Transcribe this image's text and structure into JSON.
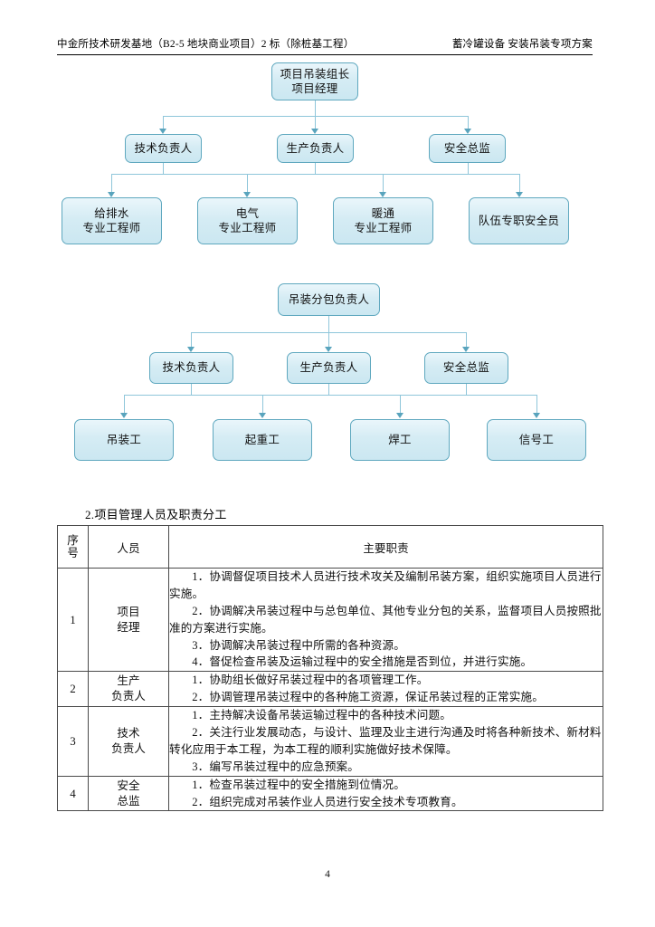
{
  "header": {
    "left": "中金所技术研发基地（B2-5 地块商业项目）2 标（除桩基工程）",
    "right": "蓄冷罐设备 安装吊装专项方案"
  },
  "theme": {
    "node_border": "#5fa8bf",
    "node_fill_top": "#eaf6fb",
    "node_fill_bottom": "#cbe7f1",
    "connector": "#8fc6da",
    "arrow": "#59a4bd",
    "table_border": "#4a4a4a"
  },
  "chart_top": {
    "root": {
      "line1": "项目吊装组长",
      "line2": "项目经理"
    },
    "level2": [
      {
        "label": "技术负责人"
      },
      {
        "label": "生产负责人"
      },
      {
        "label": "安全总监"
      }
    ],
    "level3": [
      {
        "line1": "给排水",
        "line2": "专业工程师"
      },
      {
        "line1": "电气",
        "line2": "专业工程师"
      },
      {
        "line1": "暖通",
        "line2": "专业工程师"
      },
      {
        "line1": "队伍专职安全员",
        "line2": ""
      }
    ]
  },
  "chart_bottom": {
    "root": {
      "line1": "吊装分包负责人",
      "line2": ""
    },
    "level2": [
      {
        "label": "技术负责人"
      },
      {
        "label": "生产负责人"
      },
      {
        "label": "安全总监"
      }
    ],
    "level3": [
      {
        "line1": "吊装工",
        "line2": ""
      },
      {
        "line1": "起重工",
        "line2": ""
      },
      {
        "line1": "焊工",
        "line2": ""
      },
      {
        "line1": "信号工",
        "line2": ""
      }
    ]
  },
  "section": {
    "caption": "2.项目管理人员及职责分工"
  },
  "table": {
    "headers": {
      "no_line1": "序",
      "no_line2": "号",
      "person": "人员",
      "duty": "主要职责"
    },
    "rows": [
      {
        "no": "1",
        "person_line1": "项目",
        "person_line2": "经理",
        "duties": [
          "1．协调督促项目技术人员进行技术攻关及编制吊装方案，组织实施项目人员进行实施。",
          "2．协调解决吊装过程中与总包单位、其他专业分包的关系，监督项目人员按照批准的方案进行实施。",
          "3．协调解决吊装过程中所需的各种资源。",
          "4．督促检查吊装及运输过程中的安全措施是否到位，并进行实施。"
        ]
      },
      {
        "no": "2",
        "person_line1": "生产",
        "person_line2": "负责人",
        "duties": [
          "1．协助组长做好吊装过程中的各项管理工作。",
          "2．协调管理吊装过程中的各种施工资源，保证吊装过程的正常实施。"
        ]
      },
      {
        "no": "3",
        "person_line1": "技术",
        "person_line2": "负责人",
        "duties": [
          "1．主持解决设备吊装运输过程中的各种技术问题。",
          "2．关注行业发展动态，与设计、监理及业主进行沟通及时将各种新技术、新材料转化应用于本工程，为本工程的顺利实施做好技术保障。",
          "3．编写吊装过程中的应急预案。"
        ]
      },
      {
        "no": "4",
        "person_line1": "安全",
        "person_line2": "总监",
        "duties": [
          "1．检查吊装过程中的安全措施到位情况。",
          "2．组织完成对吊装作业人员进行安全技术专项教育。"
        ]
      }
    ]
  },
  "footer": {
    "page_number": "4"
  }
}
